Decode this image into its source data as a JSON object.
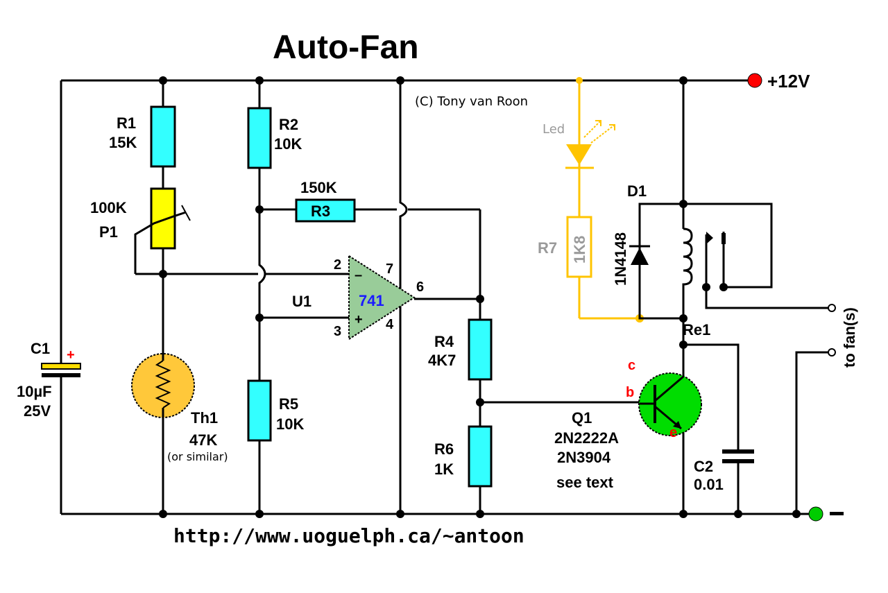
{
  "title": "Auto-Fan",
  "copyright": "(C) Tony van Roon",
  "url": "http://www.uoguelph.ca/~antoon",
  "supply": {
    "positive": "+12V",
    "negative": "–",
    "positive_color": "#ff0000",
    "negative_color": "#00cc00"
  },
  "output_label": "to fan(s)",
  "components": {
    "R1": {
      "name": "R1",
      "value": "15K"
    },
    "R2": {
      "name": "R2",
      "value": "10K"
    },
    "R3": {
      "name": "R3",
      "value": "150K"
    },
    "R4": {
      "name": "R4",
      "value": "4K7"
    },
    "R5": {
      "name": "R5",
      "value": "10K"
    },
    "R6": {
      "name": "R6",
      "value": "1K"
    },
    "R7": {
      "name": "R7",
      "value": "1K8"
    },
    "P1": {
      "name": "P1",
      "value": "100K"
    },
    "Th1": {
      "name": "Th1",
      "value": "47K",
      "note": "(or similar)"
    },
    "C1": {
      "name": "C1",
      "value": "10µF",
      "voltage": "25V",
      "polarity": "+"
    },
    "C2": {
      "name": "C2",
      "value": "0.01"
    },
    "U1": {
      "name": "U1",
      "part": "741",
      "pins": {
        "inv": "2",
        "noninv": "3",
        "out": "6",
        "vplus": "7",
        "vminus": "4"
      },
      "inv_sign": "–",
      "noninv_sign": "+"
    },
    "D1": {
      "name": "D1",
      "part": "1N4148"
    },
    "LED": {
      "name": "Led"
    },
    "Q1": {
      "name": "Q1",
      "parts": [
        "2N2222A",
        "2N3904"
      ],
      "note": "see text",
      "pins": {
        "b": "b",
        "c": "c",
        "e": "e"
      }
    },
    "Re1": {
      "name": "Re1"
    }
  },
  "colors": {
    "resistor": "#33ffff",
    "pot": "#ffff00",
    "thermistor": "#ffc83a",
    "opamp": "#99cc99",
    "opamp_text": "#1a1aff",
    "transistor": "#00dd00",
    "led": "#ffc400",
    "cap_plate": "#ffdd00",
    "pin_label": "#ff0000"
  }
}
